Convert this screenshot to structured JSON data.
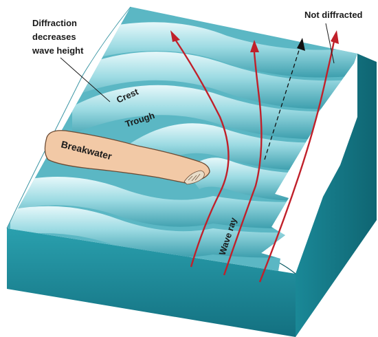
{
  "labels": {
    "diffraction_line1": "Diffraction",
    "diffraction_line2": "decreases",
    "diffraction_line3": "wave height",
    "not_diffracted": "Not diffracted",
    "crest": "Crest",
    "trough": "Trough",
    "breakwater": "Breakwater",
    "wave_ray": "Wave ray"
  },
  "colors": {
    "water_top_light": "#c9eef3",
    "water_top_mid": "#8fd3dc",
    "water_top_dark": "#3fa3b2",
    "water_side": "#1f8e9c",
    "water_side_dark": "#157482",
    "breakwater_fill": "#f2c9a6",
    "breakwater_stroke": "#6b4a33",
    "wave_ray": "#c0202a",
    "leader_line": "#1a1a1a"
  }
}
